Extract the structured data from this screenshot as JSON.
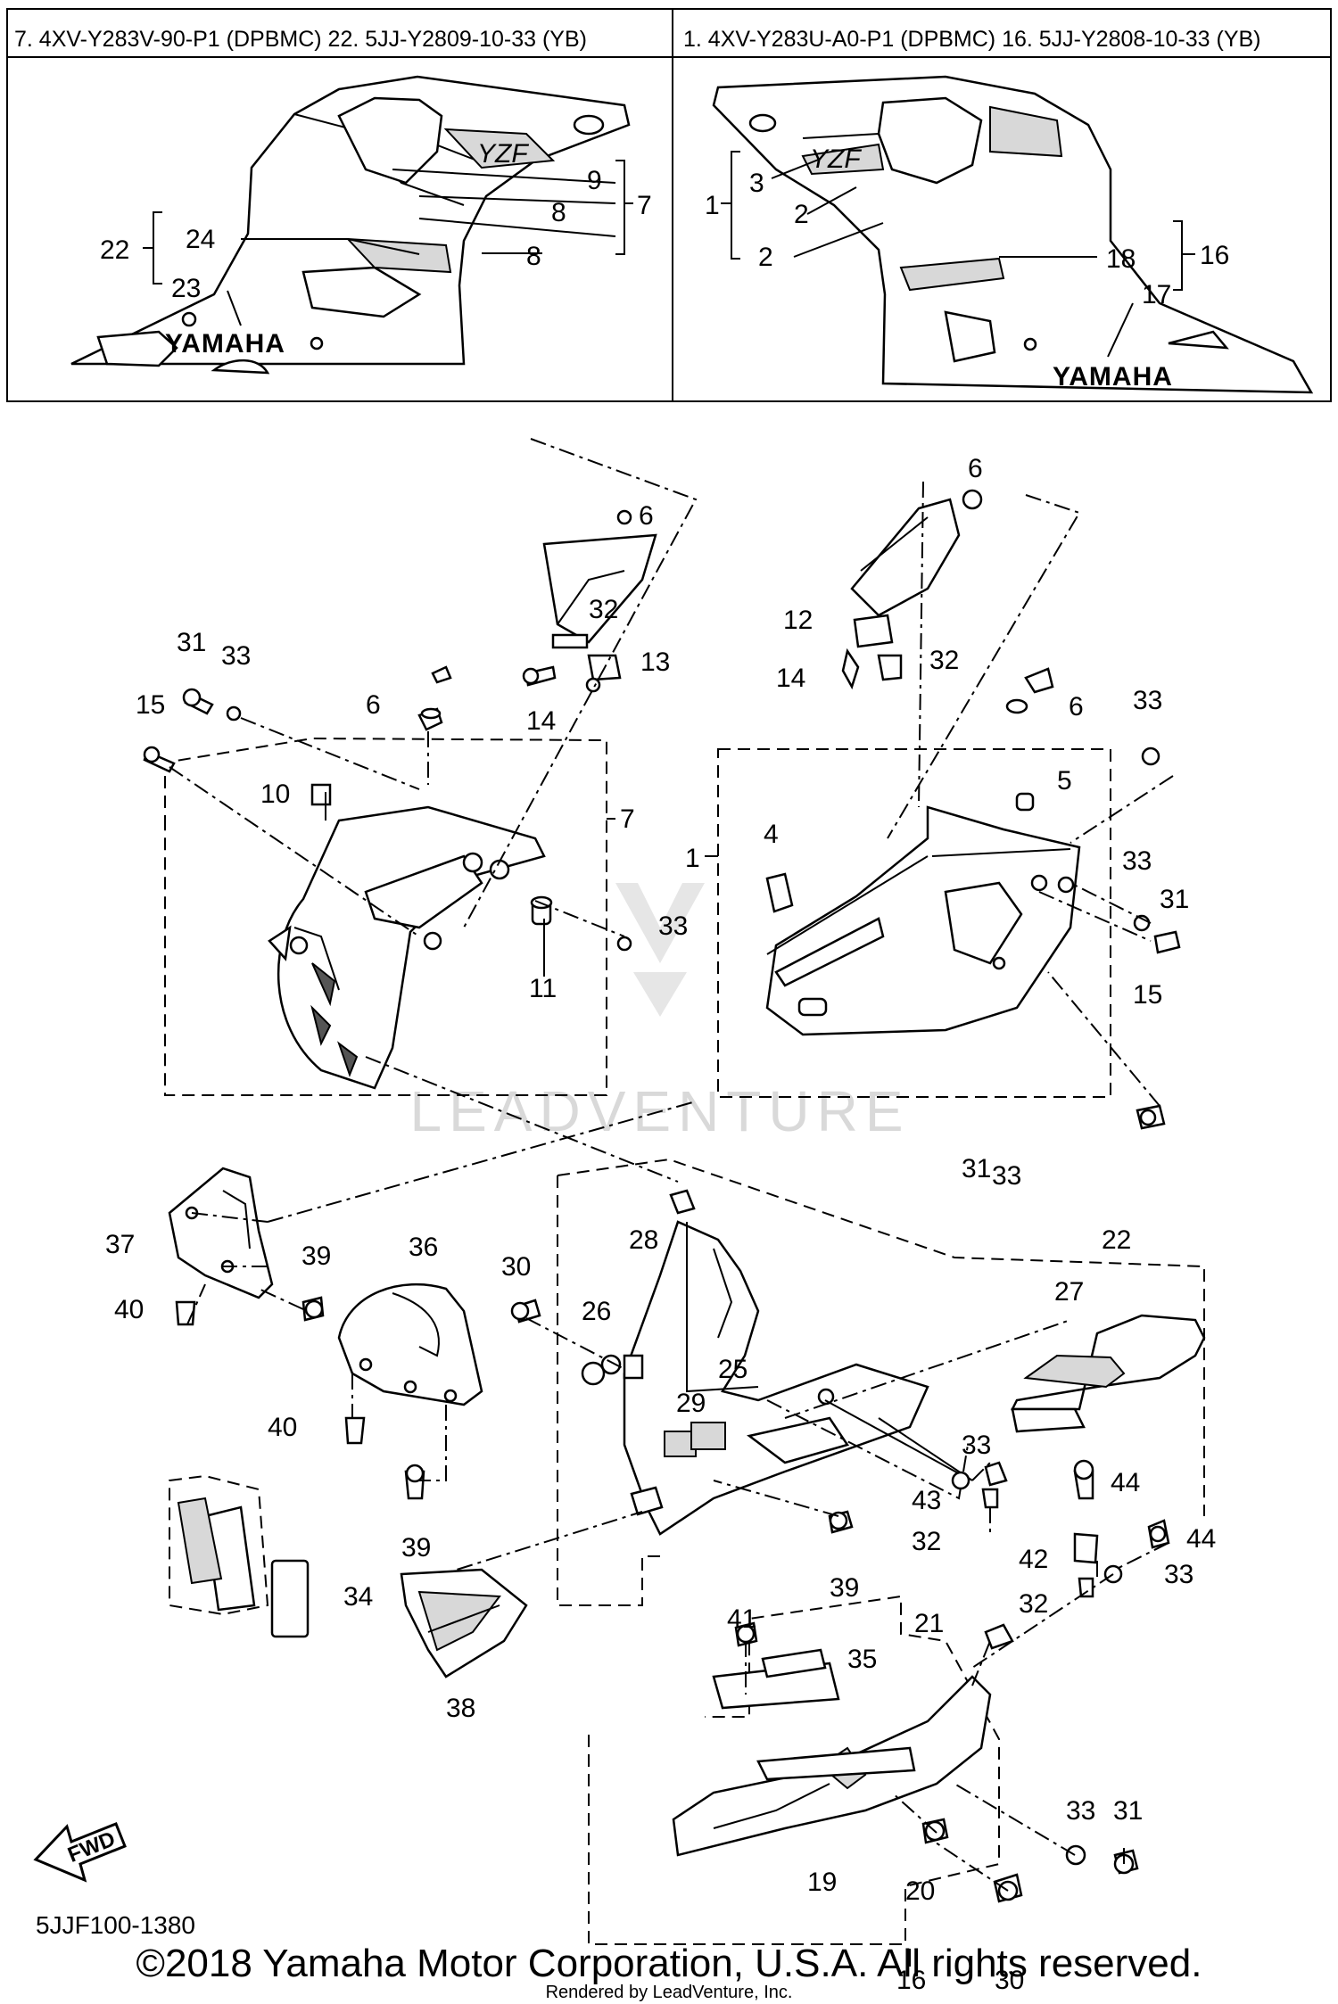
{
  "header": {
    "left_panel_title": "7. 4XV-Y283V-90-P1 (DPBMC)  22. 5JJ-Y2809-10-33 (YB)",
    "right_panel_title": "1. 4XV-Y283U-A0-P1 (DPBMC)  16. 5JJ-Y2808-10-33 (YB)"
  },
  "decal_brand_text": "YAMAHA",
  "watermark_text": "LEADVENTURE",
  "forward_arrow_label": "FWD",
  "diagram_code": "5JJF100-1380",
  "copyright": "©2018 Yamaha Motor Corporation, U.S.A. All rights reserved.",
  "rendered_by": "Rendered by LeadVenture, Inc.",
  "callouts": {
    "c7a": "7",
    "c9": "9",
    "c8a": "8",
    "c8b": "8",
    "c22a": "22",
    "c24": "24",
    "c23": "23",
    "c1a": "1",
    "c3": "3",
    "c2a": "2",
    "c2b": "2",
    "c16a": "16",
    "c18": "18",
    "c17": "17",
    "c6a": "6",
    "c32a": "32",
    "c13": "13",
    "c14a": "14",
    "c31a": "31",
    "c33a": "33",
    "c15a": "15",
    "c6b": "6",
    "c10": "10",
    "c7b": "7",
    "c11": "11",
    "c33b": "33",
    "c6c": "6",
    "c12": "12",
    "c32b": "32",
    "c14b": "14",
    "c6d": "6",
    "c33c": "33",
    "c5": "5",
    "c1b": "1",
    "c4": "4",
    "c33d": "33",
    "c31b": "31",
    "c15b": "15",
    "c31c": "31",
    "c33e": "33",
    "c22b": "22",
    "c27": "27",
    "c37": "37",
    "c39a": "39",
    "c40a": "40",
    "c36": "36",
    "c40b": "40",
    "c39b": "39",
    "c30a": "30",
    "c26": "26",
    "c28": "28",
    "c25": "25",
    "c29": "29",
    "c34": "34",
    "c38": "38",
    "c33f": "33",
    "c44a": "44",
    "c43": "43",
    "c32c": "32",
    "c42": "42",
    "c44b": "44",
    "c33g": "33",
    "c32d": "32",
    "c39c": "39",
    "c21": "21",
    "c41": "41",
    "c35": "35",
    "c33h": "33",
    "c31d": "31",
    "c19": "19",
    "c20": "20",
    "c16b": "16",
    "c30b": "30"
  }
}
